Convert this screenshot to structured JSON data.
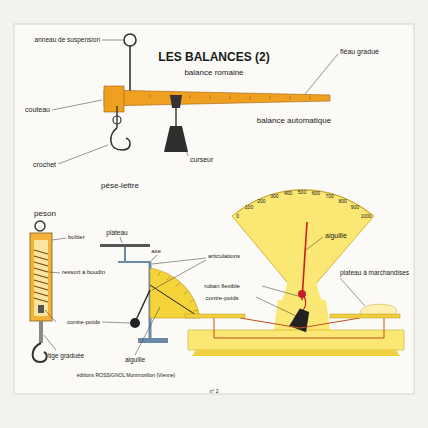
{
  "diagram": {
    "title": "LES BALANCES (2)",
    "labels": [
      "balance romaine",
      "anneau de suspension",
      "fléau gradué",
      "couteau",
      "crochet",
      "curseur",
      "pèse-lettre",
      "balance automatique",
      "0",
      "100",
      "200",
      "300",
      "400",
      "500",
      "600",
      "700",
      "800",
      "900",
      "1000",
      "peson",
      "boîtier",
      "ressort à boudin",
      "tige graduée",
      "plateau",
      "axe",
      "articulations",
      "contre-poids",
      "aiguille",
      "aiguille",
      "ruban flexible",
      "contre-poids",
      "plateau à marchandises",
      "éditions ROSSIGNOL Montmorillon (Vienne)",
      "n° 2"
    ]
  }
}
